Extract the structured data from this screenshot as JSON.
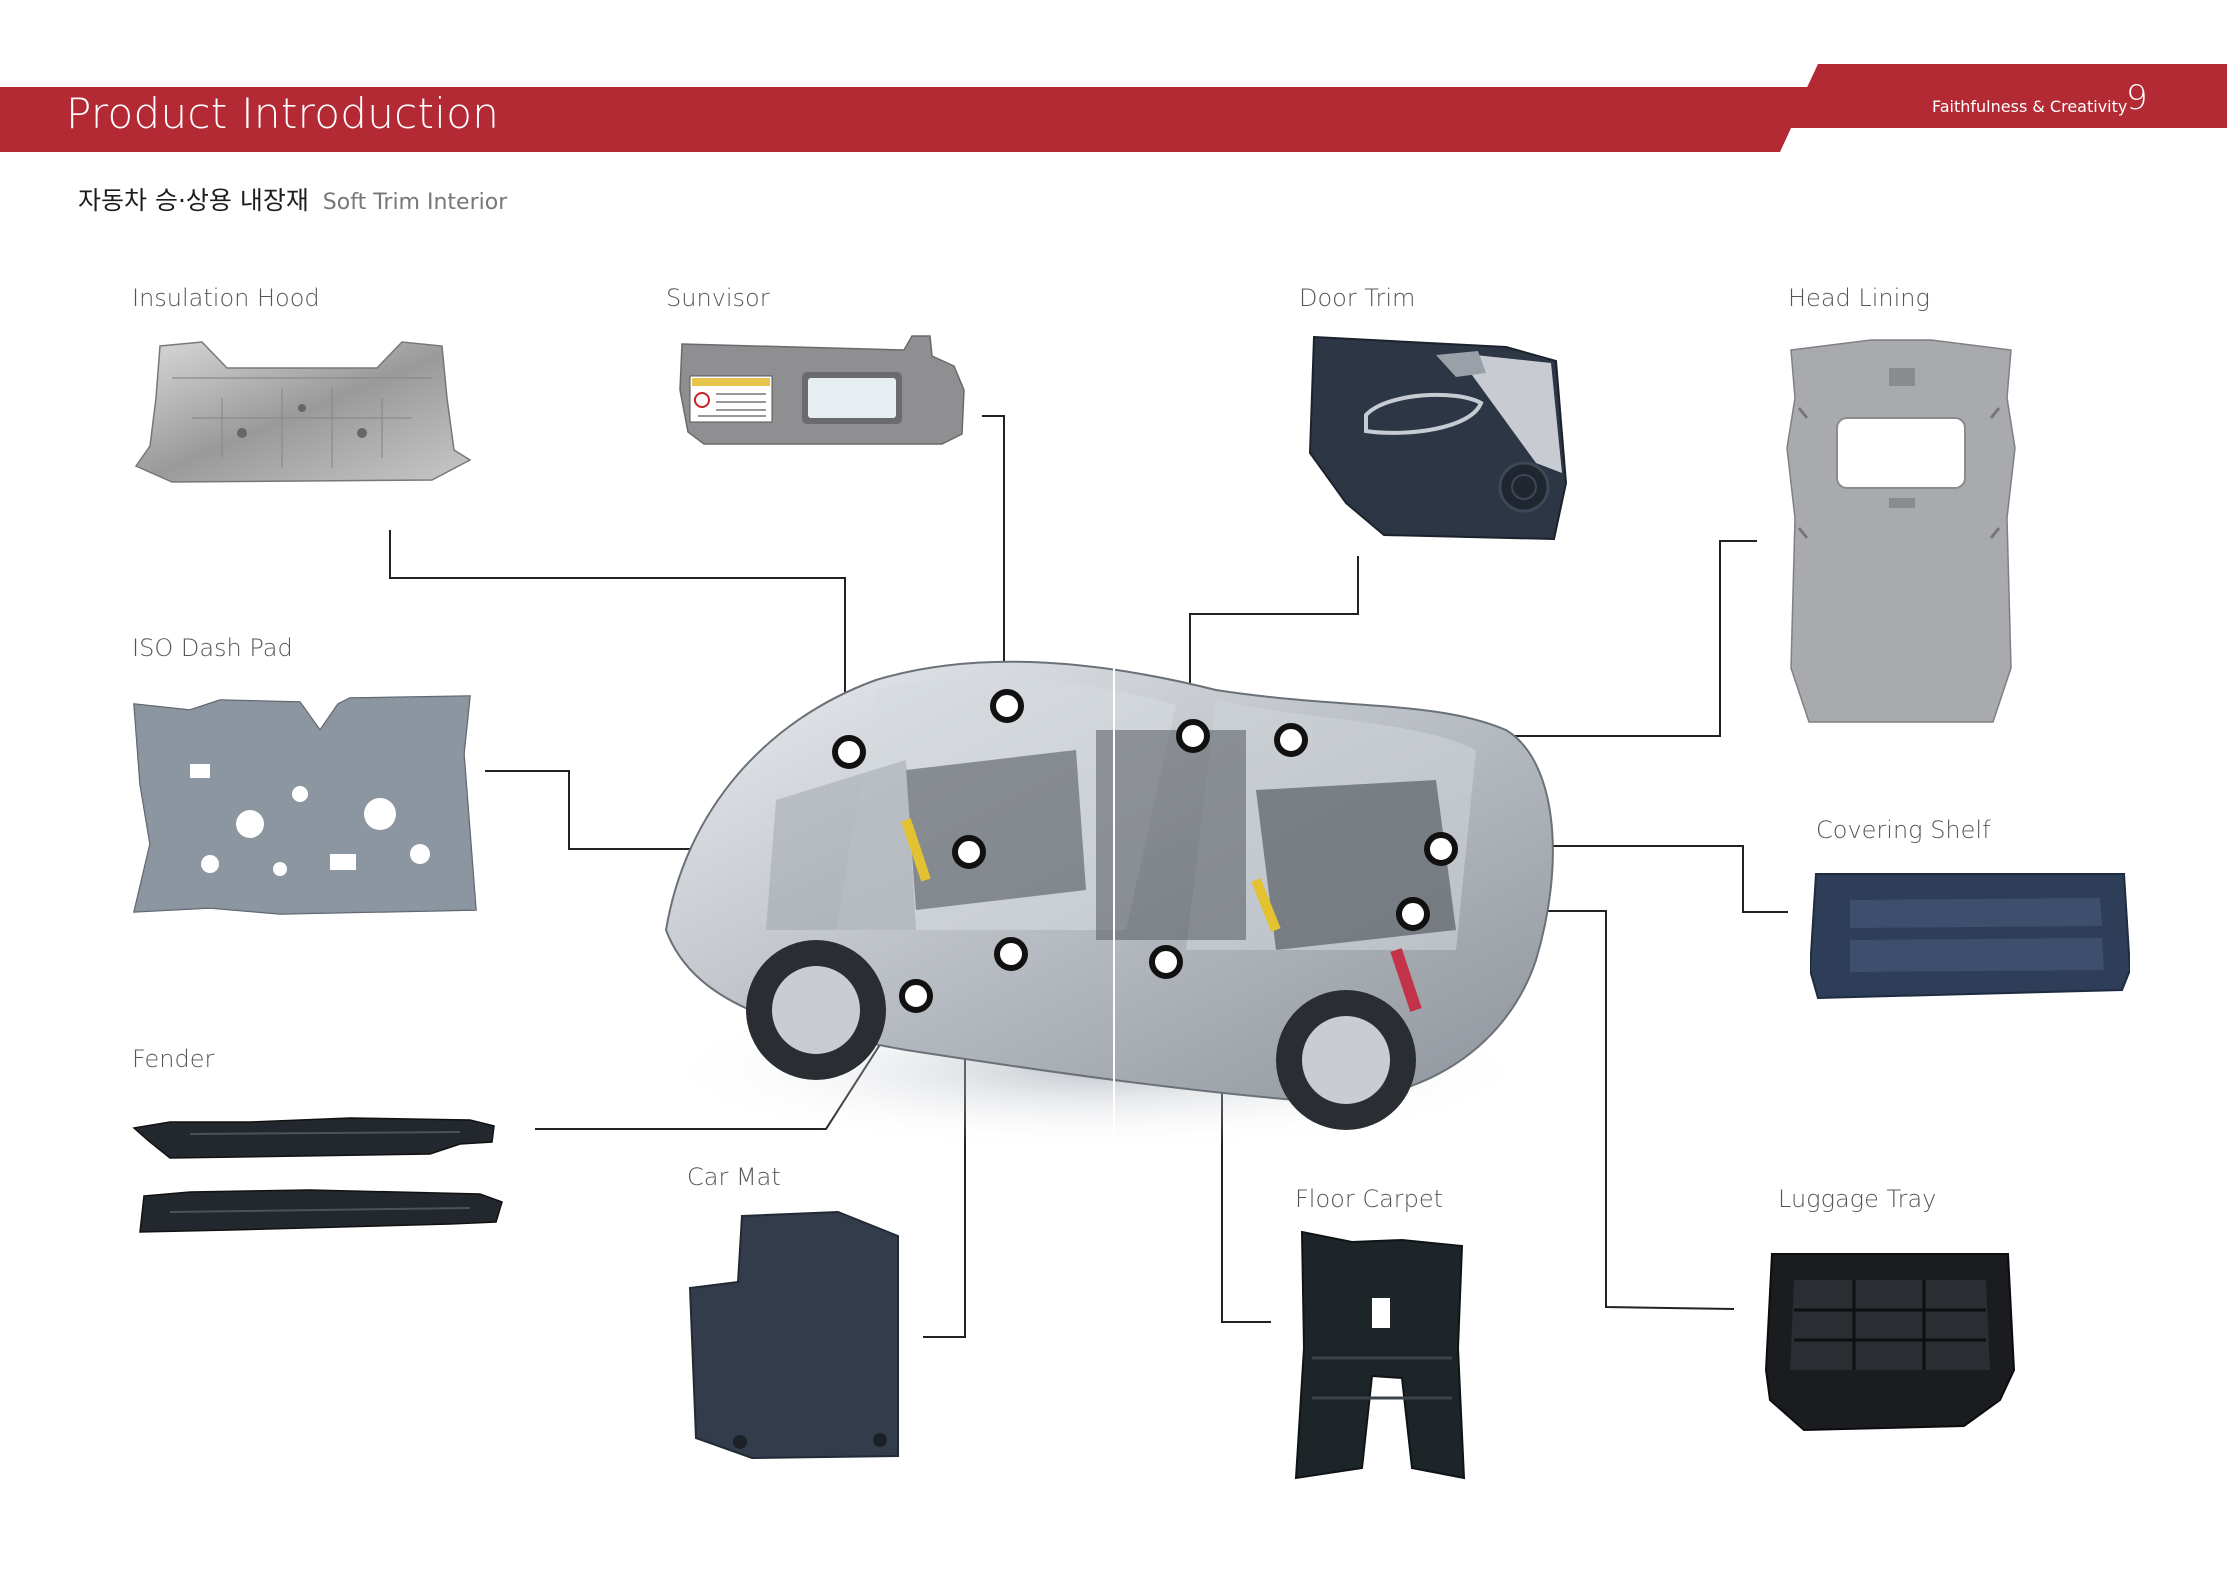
{
  "header": {
    "title": "Product Introduction",
    "tagline": "Faithfulness & Creativity",
    "page_number": "9",
    "accent_color": "#b32a35"
  },
  "subtitle": {
    "korean": "자동차 승·상용 내장재",
    "english": "Soft Trim Interior"
  },
  "products": {
    "insulation_hood": "Insulation Hood",
    "sunvisor": "Sunvisor",
    "door_trim": "Door Trim",
    "head_lining": "Head Lining",
    "iso_dash_pad": "ISO Dash Pad",
    "covering_shelf": "Covering Shelf",
    "fender": "Fender",
    "car_mat": "Car Mat",
    "floor_carpet": "Floor Carpet",
    "luggage_tray": "Luggage Tray"
  },
  "icons": {
    "car": "car-cutaway-icon",
    "marker": "part-marker-icon"
  }
}
